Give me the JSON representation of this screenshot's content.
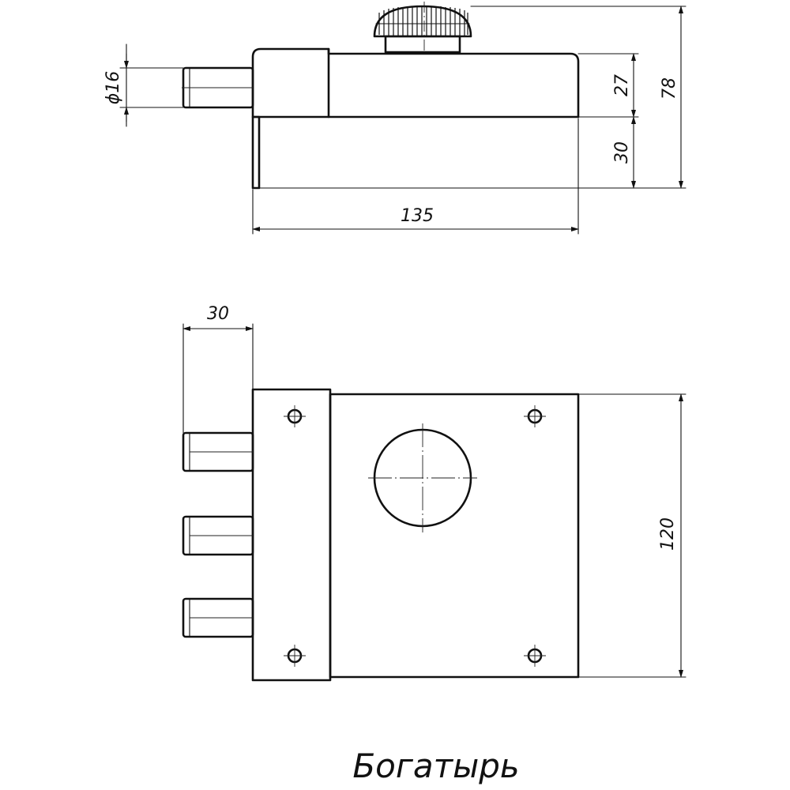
{
  "dimensions": {
    "bolt_diameter": "ϕ16",
    "body_height": "27",
    "plate_height": "30",
    "total_height": "78",
    "width": "135",
    "bolt_length": "30",
    "plate_length": "120"
  },
  "caption": "Богатырь"
}
